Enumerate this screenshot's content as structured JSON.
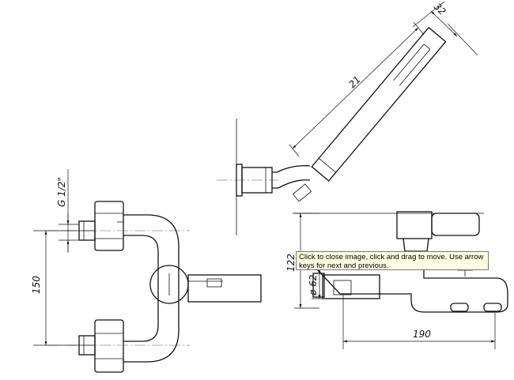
{
  "drawing": {
    "labels": {
      "dim_32": "32",
      "dim_21": "21",
      "dim_g12": "G 1/2\"",
      "dim_150": "150",
      "dim_122": "122",
      "dim_62": "ø 62",
      "dim_190": "190"
    }
  },
  "tooltip": {
    "text": "Click to close image, click and drag to move. Use arrow keys for next and previous."
  }
}
